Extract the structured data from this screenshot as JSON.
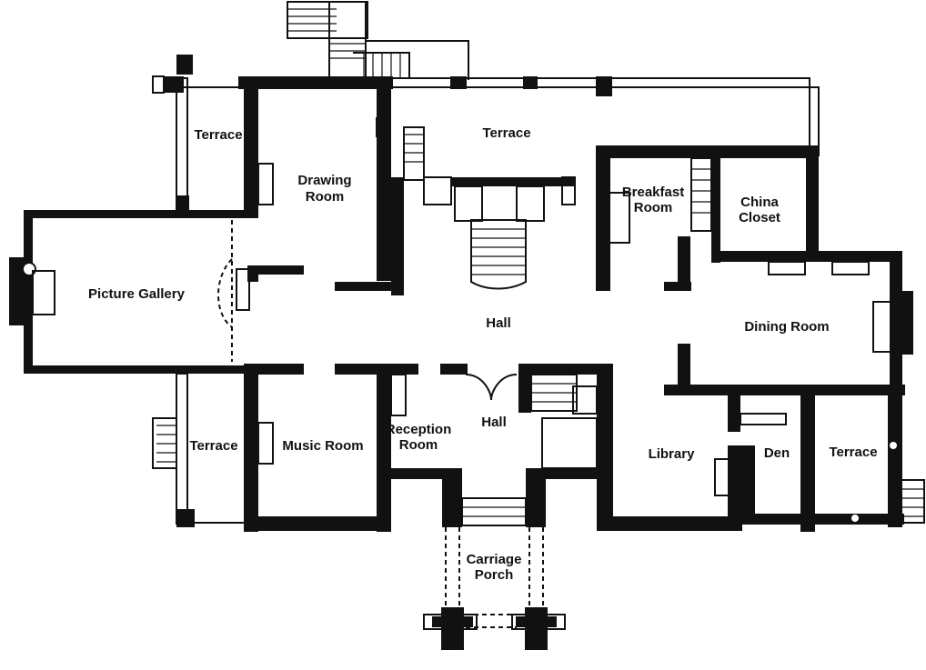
{
  "rooms": {
    "terrace_nw": "Terrace",
    "drawing_room_1": "Drawing",
    "drawing_room_2": "Room",
    "terrace_north": "Terrace",
    "breakfast_room_1": "Breakfast",
    "breakfast_room_2": "Room",
    "china_closet_1": "China",
    "china_closet_2": "Closet",
    "picture_gallery": "Picture Gallery",
    "hall_main": "Hall",
    "dining_room": "Dining Room",
    "terrace_sw": "Terrace",
    "music_room": "Music Room",
    "reception_room_1": "Reception",
    "reception_room_2": "Room",
    "hall_entry": "Hall",
    "library": "Library",
    "den": "Den",
    "terrace_se": "Terrace",
    "carriage_porch_1": "Carriage",
    "carriage_porch_2": "Porch"
  },
  "colors": {
    "wall": "#111111",
    "background": "#ffffff"
  }
}
